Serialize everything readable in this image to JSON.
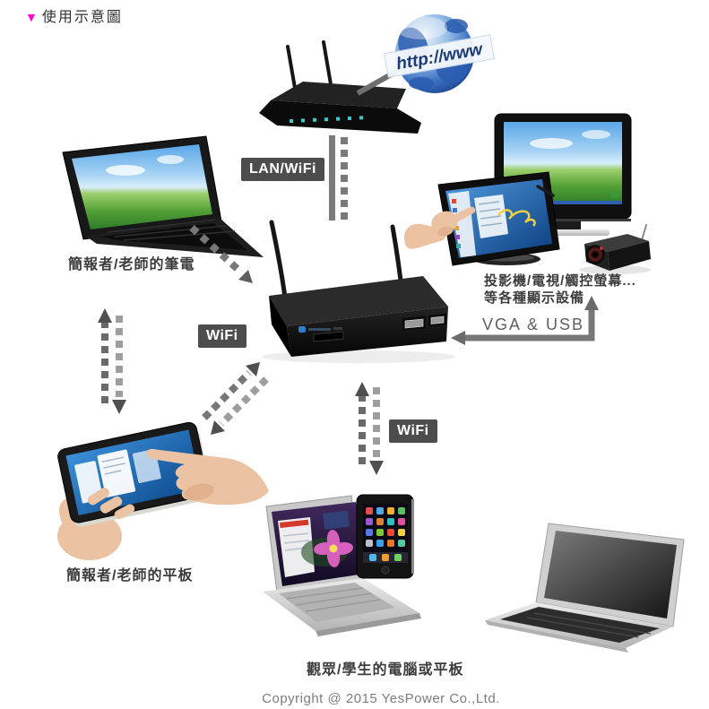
{
  "header": {
    "marker": "▼",
    "title": "使用示意圖"
  },
  "internet": {
    "banner_text": "http://www"
  },
  "connection_labels": {
    "lan_wifi": "LAN/WiFi",
    "wifi_upper": "WiFi",
    "wifi_lower": "WiFi",
    "vga_usb": "VGA & USB"
  },
  "captions": {
    "presenter_laptop": "簡報者/老師的筆電",
    "presenter_tablet": "簡報者/老師的平板",
    "display_devices_line1": "投影機/電視/觸控螢幕...",
    "display_devices_line2": "等各種顯示設備",
    "audience_devices": "觀眾/學生的電腦或平板"
  },
  "footer": {
    "copyright": "Copyright @ 2015 YesPower Co.,Ltd."
  },
  "colors": {
    "marker_magenta": "#ff00cc",
    "connection_box_bg": "#4d4d4d",
    "connection_box_text": "#ffffff",
    "arrow_gray": "#787878",
    "caption_text": "#3c3c3c",
    "copyright_text": "#7d7d7d",
    "globe_blue": "#2a5cb0",
    "screen_sky_blue": "#5aa7e8",
    "screen_grass_green": "#3f8f2e"
  }
}
